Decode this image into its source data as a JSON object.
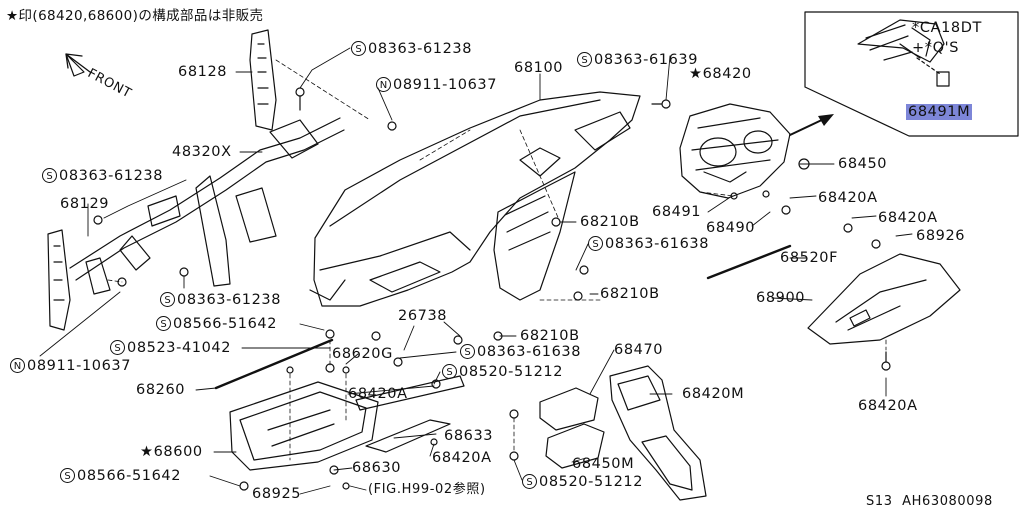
{
  "header_note": "★印(68420,68600)の構成部品は非販売",
  "front_label": "FRONT",
  "inset": {
    "notes": [
      "*CA18DT",
      "+*Q'S"
    ],
    "highlighted_part": "68491M"
  },
  "labels": {
    "p68128": "68128",
    "p08363_61238_a": "08363-61238",
    "p08911_10637_a": "08911-10637",
    "p68100": "68100",
    "p08363_61639": "08363-61639",
    "p68420_star": "★68420",
    "p48320x": "48320X",
    "p68450": "68450",
    "p08363_61238_b": "08363-61238",
    "p68420a_1": "68420A",
    "p68129": "68129",
    "p68491": "68491",
    "p68210b_1": "68210B",
    "p68420a_2": "68420A",
    "p68490": "68490",
    "p68926": "68926",
    "p08363_61638_a": "08363-61638",
    "p68520f": "68520F",
    "p68210b_2": "68210B",
    "p68900": "68900",
    "p08363_61238_c": "08363-61238",
    "p26738": "26738",
    "p08566_51642_a": "08566-51642",
    "p68210b_3": "68210B",
    "p08523_41042": "08523-41042",
    "p68620g": "68620G",
    "p08363_61638_b": "08363-61638",
    "p68470": "68470",
    "p08911_10637_b": "08911-10637",
    "p08520_51212_a": "08520-51212",
    "p68260": "68260",
    "p68420a_3": "68420A",
    "p68420m": "68420M",
    "p68420a_4": "68420A",
    "p68633": "68633",
    "p68600_star": "★68600",
    "p68420a_5": "68420A",
    "p68630": "68630",
    "p68450m": "68450M",
    "p08566_51642_b": "08566-51642",
    "p08520_51212_b": "08520-51212",
    "p68925": "68925",
    "p_fig_ref": "(FIG.H99-02参照)"
  },
  "symbols": {
    "screw": "S",
    "nut": "N"
  },
  "footer": {
    "section": "S13",
    "code": "AH63080098"
  }
}
